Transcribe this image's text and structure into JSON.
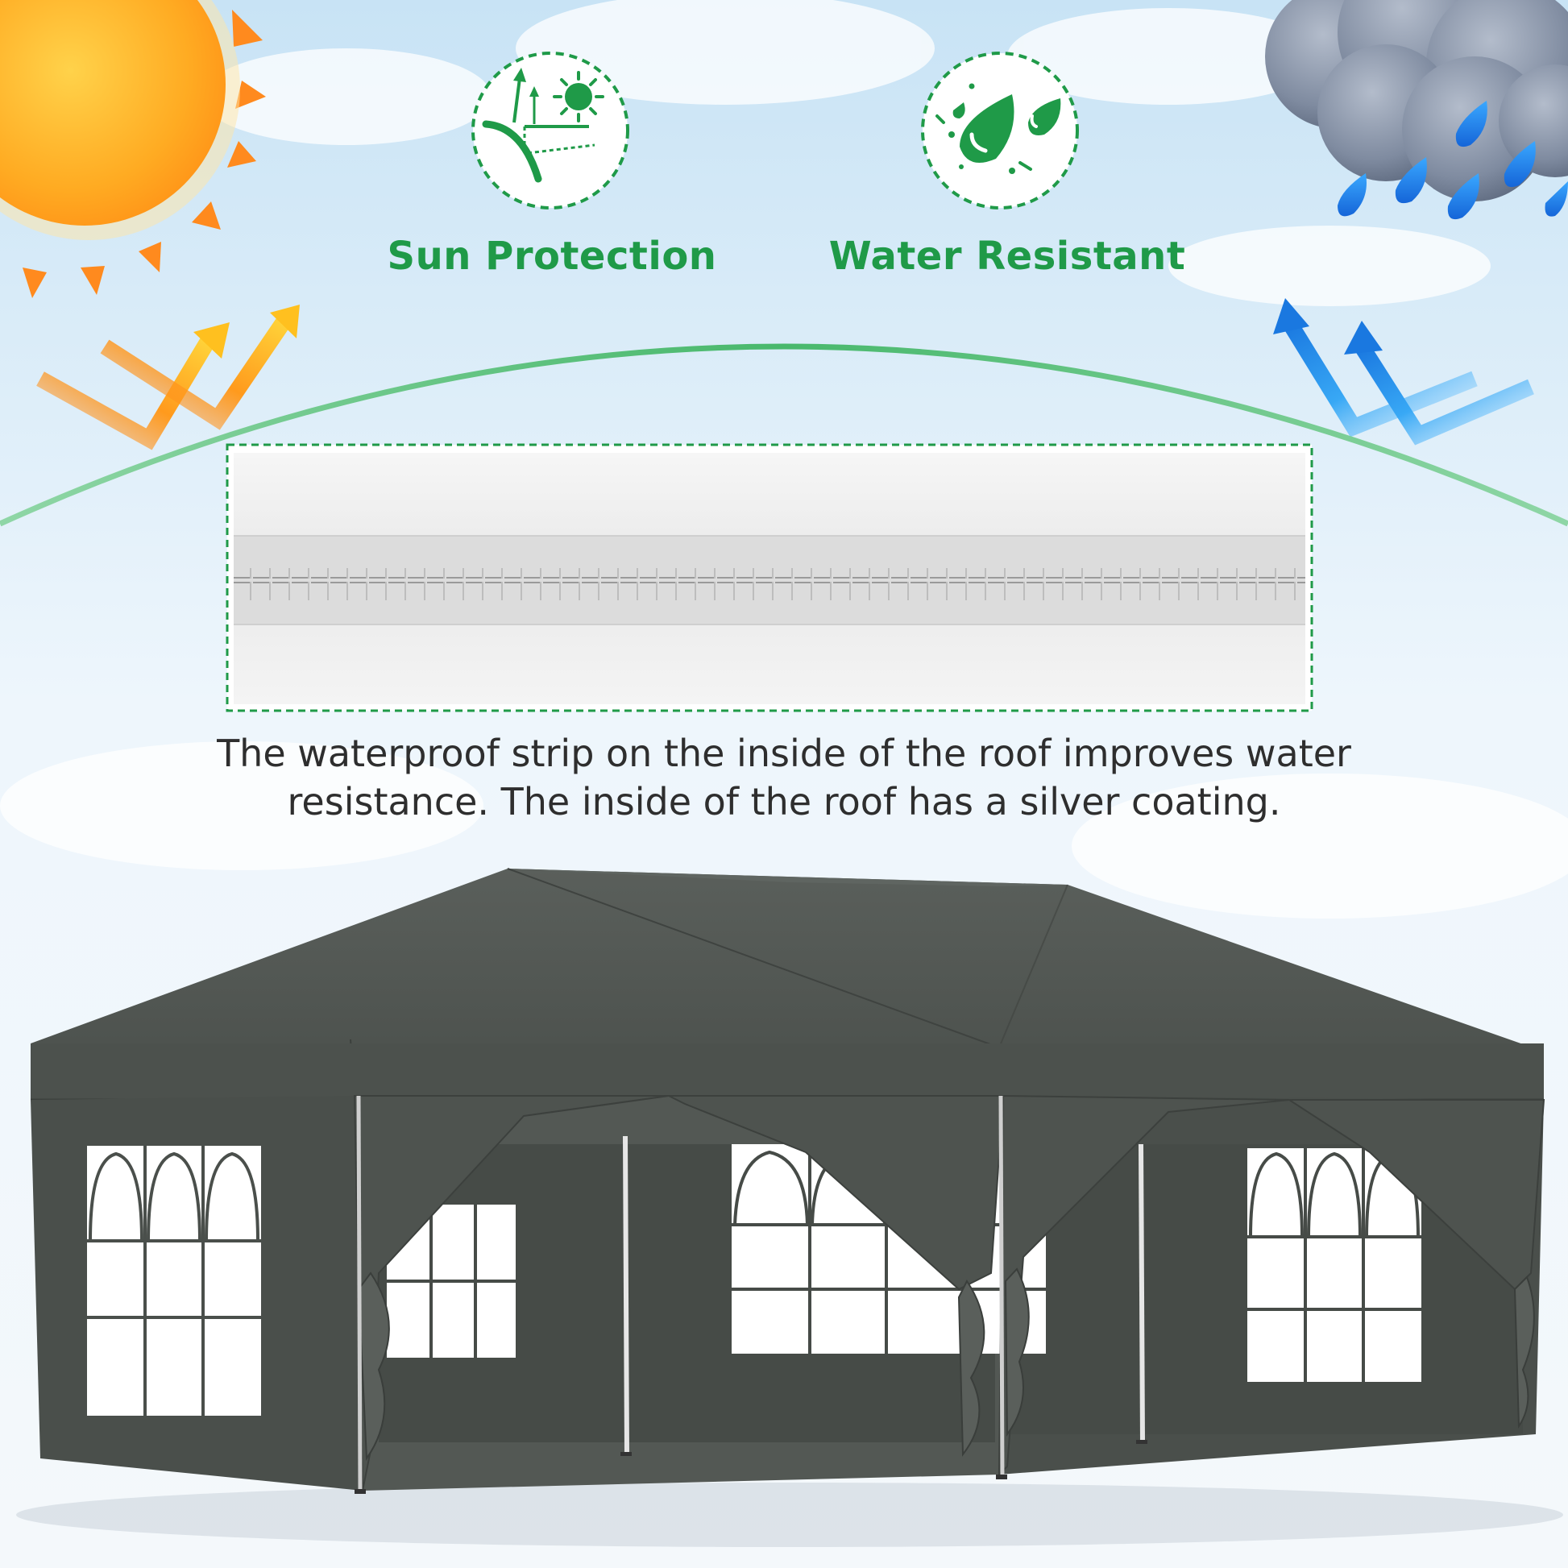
{
  "features": [
    {
      "label": "Sun Protection",
      "icon": "sun-protection-icon"
    },
    {
      "label": "Water Resistant",
      "icon": "water-drops-icon"
    }
  ],
  "caption": {
    "line1": "The waterproof strip on the inside of the roof improves water",
    "line2": "resistance. The inside of the roof has a silver coating."
  },
  "colors": {
    "accent_green": "#1f9a48",
    "sky_top": "#cfe6f5",
    "tent_fabric": "#4e534f",
    "sun_orange": "#ffa21c",
    "rain_blue": "#1e8ae6"
  }
}
